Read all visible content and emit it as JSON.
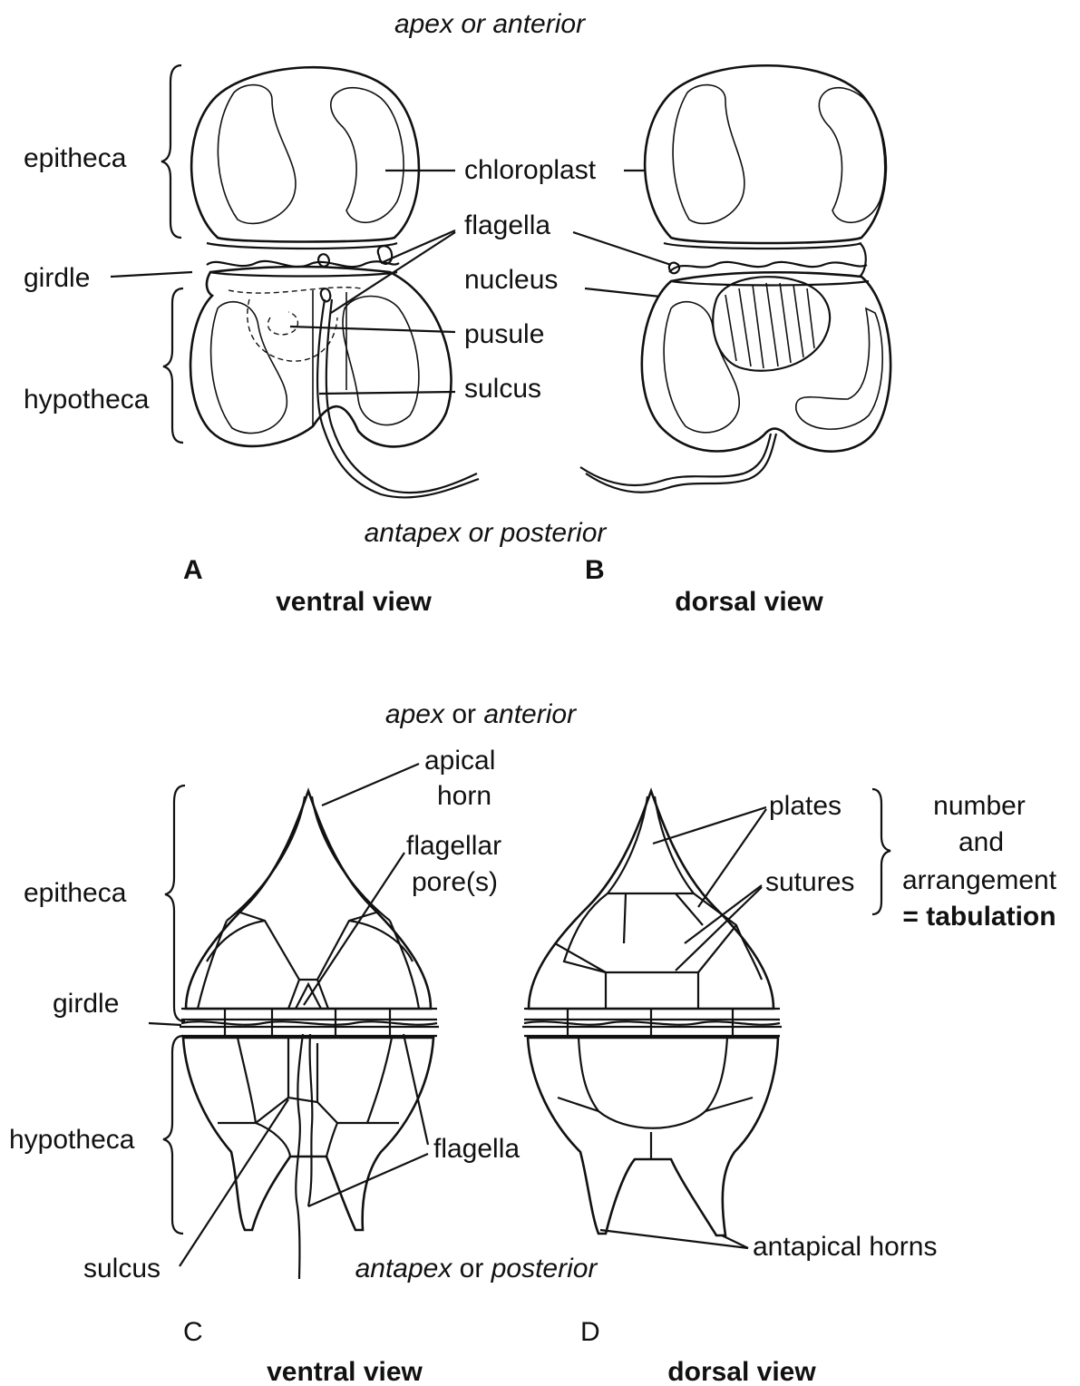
{
  "top": {
    "apex_label": "apex or anterior",
    "antapex_label": "antapex or posterior",
    "panel_a": {
      "letter": "A",
      "view": "ventral view"
    },
    "panel_b": {
      "letter": "B",
      "view": "dorsal view"
    },
    "labels": {
      "epitheca": "epitheca",
      "girdle": "girdle",
      "hypotheca": "hypotheca",
      "chloroplast": "chloroplast",
      "flagella": "flagella",
      "nucleus": "nucleus",
      "pusule": "pusule",
      "sulcus": "sulcus"
    }
  },
  "bottom": {
    "apex_label": {
      "part1": "apex",
      "part2": " or ",
      "part3": "anterior"
    },
    "antapex_label": {
      "part1": "antapex",
      "part2": " or ",
      "part3": "posterior"
    },
    "panel_c": {
      "letter": "C",
      "view": "ventral view"
    },
    "panel_d": {
      "letter": "D",
      "view": "dorsal view"
    },
    "labels": {
      "apical_horn_1": "apical",
      "apical_horn_2": "horn",
      "flagellar_pore_1": "flagellar",
      "flagellar_pore_2": "pore(s)",
      "epitheca": "epitheca",
      "girdle": "girdle",
      "hypotheca": "hypotheca",
      "flagella": "flagella",
      "sulcus": "sulcus",
      "plates": "plates",
      "sutures": "sutures",
      "number": "number",
      "and": "and",
      "arrangement": "arrangement",
      "tabulation": "= tabulation",
      "antapical_horns": "antapical horns"
    }
  }
}
